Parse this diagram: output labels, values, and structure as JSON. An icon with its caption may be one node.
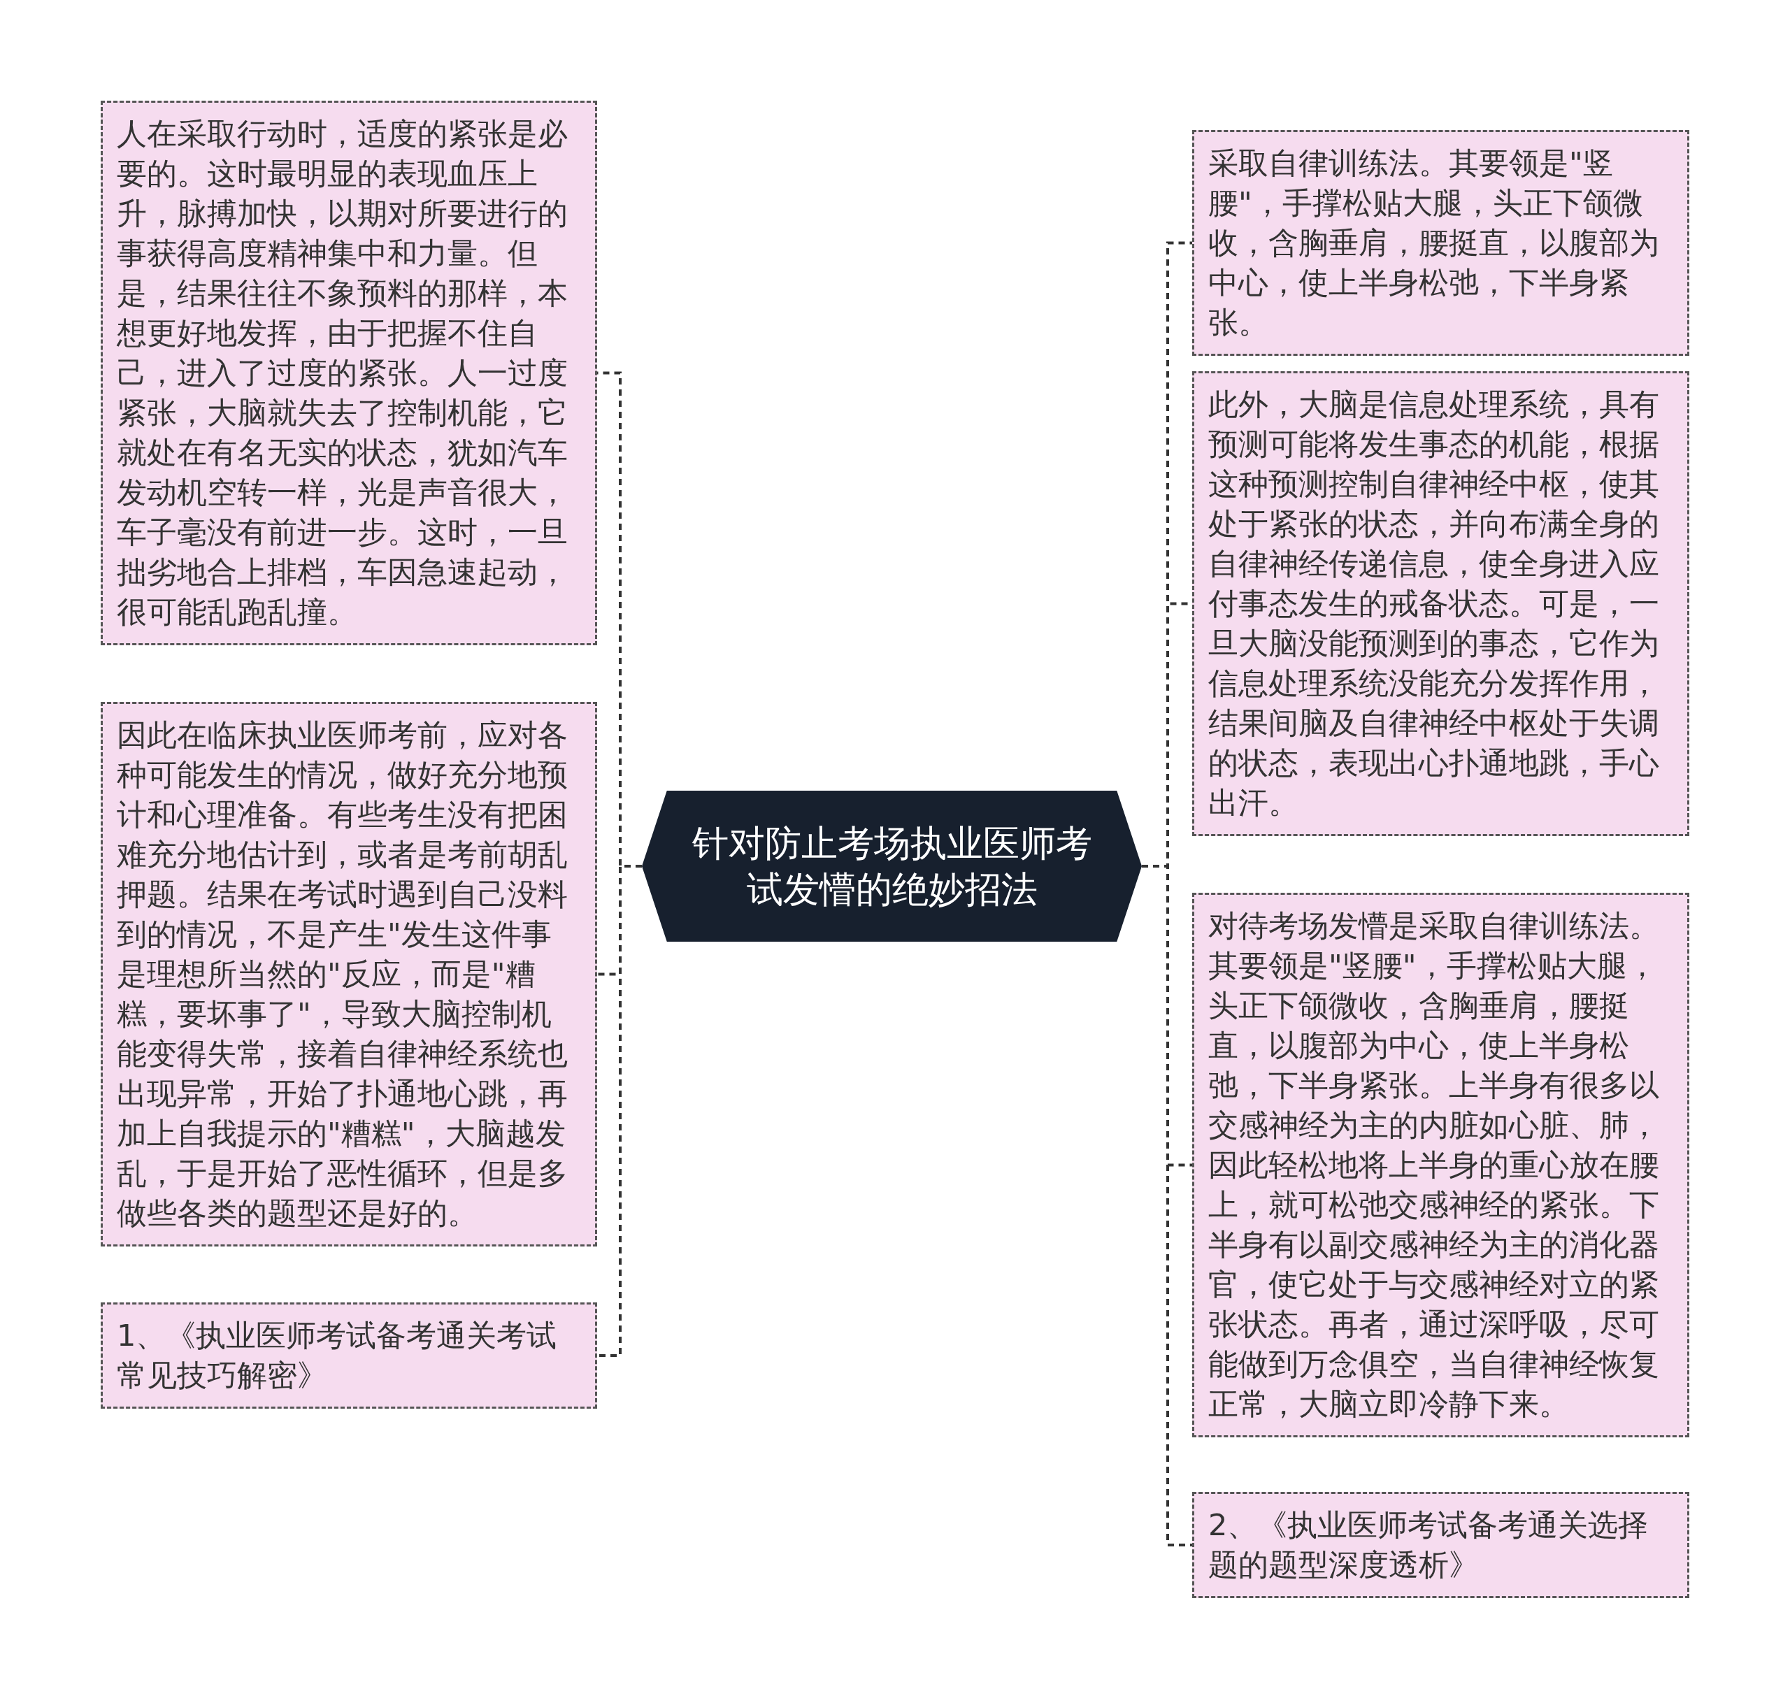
{
  "diagram": {
    "nodes": [
      {
        "text": [
          "针对防止考场执业医师考试发懵的绝妙招法"
        ]
      },
      {
        "text": [
          "人在采取行动时，适度的紧张是必要的。这时最明显的表现血压上升，脉搏加快，以期对所要进行的事获得高度精神集中和力量。但是，结果往往不象预料的那样，本想更好地发挥，由于把握不住自己，进入了过度的紧张。人一过度紧张，大脑就失去了控制机能，它就处在有名无实的状态，犹如汽车发动机空转一样，光是声音很大，车子毫没有前进一步。这时，一旦拙劣地合上排档，车因急速起动，很可能乱跑乱撞。"
        ]
      },
      {
        "text": [
          "因此在临床执业医师考前，应对各种可能发生的情况，做好充分地预计和心理准备。有些考生没有把困难充分地估计到，或者是考前胡乱押题。结果在考试时遇到自己没料到的情况，不是产生\"发生这件事是理想所当然的\"反应，而是\"糟糕，要坏事了\"，导致大脑控制机能变得失常，接着自律神经系统也出现异常，开始了扑通地心跳，再加上自我提示的\"糟糕\"，大脑越发乱，于是开始了恶性循环，但是多做些各类的题型还是好的。"
        ]
      },
      {
        "text": [
          "1、《执业医师考试备考通关考试常见技巧解密》"
        ]
      },
      {
        "text": [
          "采取自律训练法。其要领是\"竖腰\"，手撑松贴大腿，头正下颌微收，含胸垂肩，腰挺直，以腹部为中心，使上半身松弛，下半身紧张。"
        ]
      },
      {
        "text": [
          "此外，大脑是信息处理系统，具有预测可能将发生事态的机能，根据这种预测控制自律神经中枢，使其处于紧张的状态，并向布满全身的自律神经传递信息，使全身进入应付事态发生的戒备状态。可是，一旦大脑没能预测到的事态，它作为信息处理系统没能充分发挥作用，结果间脑及自律神经中枢处于失调的状态，表现出心扑通地跳，手心出汗。"
        ]
      },
      {
        "text": [
          "对待考场发懵是采取自律训练法。其要领是\"竖腰\"，手撑松贴大腿，头正下颌微收，含胸垂肩，腰挺直，以腹部为中心，使上半身松弛，下半身紧张。上半身有很多以交感神经为主的内脏如心脏、肺，因此轻松地将上半身的重心放在腰上，就可松弛交感神经的紧张。下半身有以副交感神经为主的消化器官，使它处于与交感神经对立的紧张状态。再者，通过深呼吸，尽可能做到万念俱空，当自律神经恢复正常，大脑立即冷静下来。"
        ]
      },
      {
        "text": [
          "2、《执业医师考试备考通关选择题的题型深度透析》"
        ]
      }
    ],
    "edges": [
      {
        "from": 0,
        "to": 1,
        "arrow": "none"
      },
      {
        "from": 0,
        "to": 2,
        "arrow": "none"
      },
      {
        "from": 0,
        "to": 3,
        "arrow": "none"
      },
      {
        "from": 0,
        "to": 4,
        "arrow": "none"
      },
      {
        "from": 0,
        "to": 5,
        "arrow": "none"
      },
      {
        "from": 0,
        "to": 6,
        "arrow": "none"
      },
      {
        "from": 0,
        "to": 7,
        "arrow": "none"
      }
    ]
  }
}
